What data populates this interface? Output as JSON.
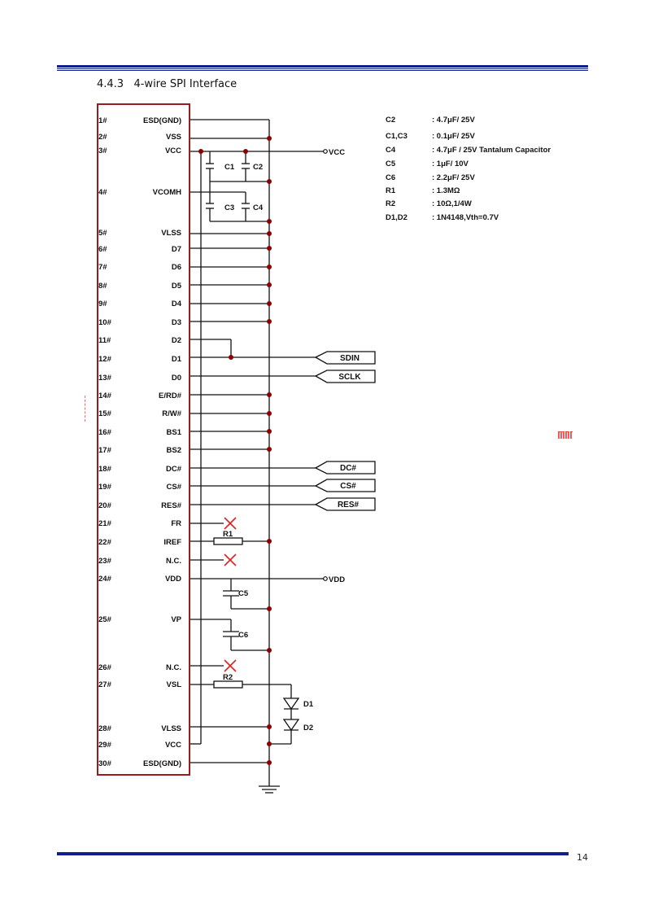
{
  "section": {
    "title": "4.4.3   4-wire SPI Interface"
  },
  "page_number": "14",
  "pins": [
    {
      "num": "1#",
      "name": "ESD(GND)"
    },
    {
      "num": "2#",
      "name": "VSS"
    },
    {
      "num": "3#",
      "name": "VCC"
    },
    {
      "num": "4#",
      "name": "VCOMH"
    },
    {
      "num": "5#",
      "name": "VLSS"
    },
    {
      "num": "6#",
      "name": "D7"
    },
    {
      "num": "7#",
      "name": "D6"
    },
    {
      "num": "8#",
      "name": "D5"
    },
    {
      "num": "9#",
      "name": "D4"
    },
    {
      "num": "10#",
      "name": "D3"
    },
    {
      "num": "11#",
      "name": "D2"
    },
    {
      "num": "12#",
      "name": "D1"
    },
    {
      "num": "13#",
      "name": "D0"
    },
    {
      "num": "14#",
      "name": "E/RD#"
    },
    {
      "num": "15#",
      "name": "R/W#"
    },
    {
      "num": "16#",
      "name": "BS1"
    },
    {
      "num": "17#",
      "name": "BS2"
    },
    {
      "num": "18#",
      "name": "DC#"
    },
    {
      "num": "19#",
      "name": "CS#"
    },
    {
      "num": "20#",
      "name": "RES#"
    },
    {
      "num": "21#",
      "name": "FR"
    },
    {
      "num": "22#",
      "name": "IREF"
    },
    {
      "num": "23#",
      "name": "N.C."
    },
    {
      "num": "24#",
      "name": "VDD"
    },
    {
      "num": "25#",
      "name": "VP"
    },
    {
      "num": "26#",
      "name": "N.C."
    },
    {
      "num": "27#",
      "name": "VSL"
    },
    {
      "num": "28#",
      "name": "VLSS"
    },
    {
      "num": "29#",
      "name": "VCC"
    },
    {
      "num": "30#",
      "name": "ESD(GND)"
    }
  ],
  "components": [
    {
      "name": "C2",
      "value": ": 4.7μF/ 25V"
    },
    {
      "name": "C1,C3",
      "value": ": 0.1μF/ 25V"
    },
    {
      "name": "C4",
      "value": ": 4.7μF / 25V Tantalum Capacitor"
    },
    {
      "name": "C5",
      "value": ": 1μF/ 10V"
    },
    {
      "name": "C6",
      "value": ": 2.2μF/ 25V"
    },
    {
      "name": "R1",
      "value": ": 1.3MΩ"
    },
    {
      "name": "R2",
      "value": ": 10Ω,1/4W"
    },
    {
      "name": "D1,D2",
      "value": ": 1N4148,Vth=0.7V"
    }
  ],
  "signals": {
    "sdin": "SDIN",
    "sclk": "SCLK",
    "dc": "DC#",
    "cs": "CS#",
    "res": "RES#",
    "vcc": "VCC",
    "vdd": "VDD"
  },
  "part_labels": {
    "c1": "C1",
    "c2": "C2",
    "c3": "C3",
    "c4": "C4",
    "c5": "C5",
    "c6": "C6",
    "r1": "R1",
    "r2": "R2",
    "d1": "D1",
    "d2": "D2"
  }
}
